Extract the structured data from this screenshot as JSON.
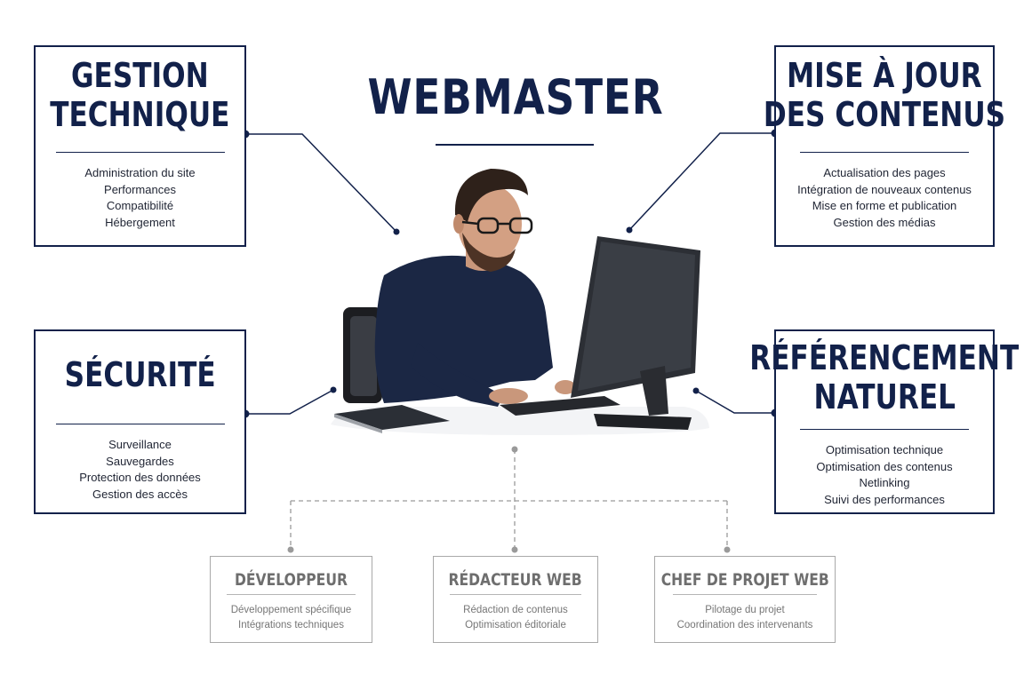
{
  "title": "WEBMASTER",
  "boxes": [
    {
      "id": "gestion-technique",
      "title_lines": [
        "GESTION",
        "TECHNIQUE"
      ],
      "items": [
        "Administration du site",
        "Performances",
        "Compatibilité",
        "Hébergement"
      ]
    },
    {
      "id": "mise-a-jour",
      "title_lines": [
        "MISE À JOUR",
        "DES CONTENUS"
      ],
      "items": [
        "Actualisation des pages",
        "Intégration de nouveaux contenus",
        "Mise en forme et publication",
        "Gestion des médias"
      ]
    },
    {
      "id": "securite",
      "title_lines": [
        "SÉCURITÉ"
      ],
      "items": [
        "Surveillance",
        "Sauvegardes",
        "Protection des données",
        "Gestion des accès"
      ]
    },
    {
      "id": "referencement",
      "title_lines": [
        "RÉFÉRENCEMENT",
        "NATUREL"
      ],
      "items": [
        "Optimisation technique",
        "Optimisation des contenus",
        "Netlinking",
        "Suivi des performances"
      ]
    }
  ],
  "roles": [
    {
      "id": "developpeur",
      "title": "DÉVELOPPEUR",
      "items": [
        "Développement spécifique",
        "Intégrations techniques"
      ]
    },
    {
      "id": "redacteur",
      "title": "RÉDACTEUR WEB",
      "items": [
        "Rédaction de contenus",
        "Optimisation éditoriale"
      ]
    },
    {
      "id": "chef-projet",
      "title": "CHEF DE PROJET WEB",
      "items": [
        "Pilotage du projet",
        "Coordination des intervenants"
      ]
    }
  ],
  "colors": {
    "primary": "#12214a",
    "role_border": "#a9a9a9",
    "role_text": "#6e6e6e",
    "dashed": "#9a9a9a"
  }
}
